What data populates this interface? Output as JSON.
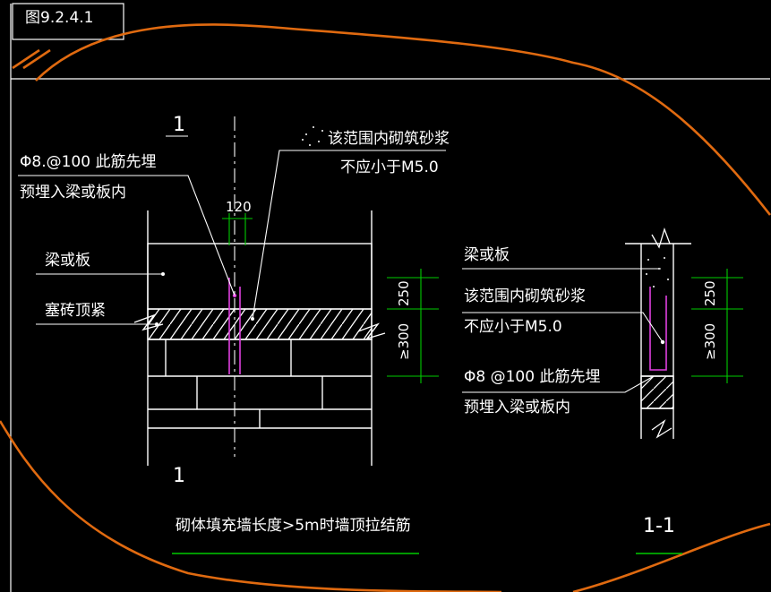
{
  "figure": {
    "tag": "图9.2.4.1"
  },
  "left_detail": {
    "section_mark_top": "1",
    "section_mark_bottom": "1",
    "rebar_note_line1": "Φ8.@100 此筋先埋",
    "rebar_note_line2": "预埋入梁或板内",
    "mortar_note_line1": "该范围内砌筑砂浆",
    "mortar_note_line2": "不应小于M5.0",
    "spacing_dim": "120",
    "beam_label": "梁或板",
    "filler_label": "塞砖顶紧",
    "dim_upper": "250",
    "dim_lower": "≥300"
  },
  "right_detail": {
    "beam_label": "梁或板",
    "mortar_note_line1": "该范围内砌筑砂浆",
    "mortar_note_line2": "不应小于M5.0",
    "rebar_note_line1": "Φ8 @100 此筋先埋",
    "rebar_note_line2": "预埋入梁或板内",
    "dim_upper": "250",
    "dim_lower": "≥300"
  },
  "captions": {
    "main": "砌体填充墙长度>5m时墙顶拉结筋",
    "section": "1-1"
  },
  "colors": {
    "background": "#000000",
    "lines": "#ffffff",
    "dimension": "#00cc00",
    "rebar": "#e040e0",
    "markup": "#e06a10"
  }
}
